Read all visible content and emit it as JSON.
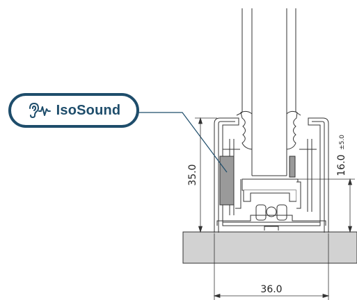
{
  "badge": {
    "label": "IsoSound",
    "icon": "ear-soundwave-icon",
    "color": "#1e4d6b"
  },
  "dimensions": {
    "height_left": "35.0",
    "height_right": "16.0",
    "height_right_tolerance": "±5.0",
    "width_bottom": "36.0"
  },
  "colors": {
    "line": "#333333",
    "floor": "#d2d2d2",
    "insert": "#9a9a9a",
    "badge": "#1e4d6b"
  }
}
